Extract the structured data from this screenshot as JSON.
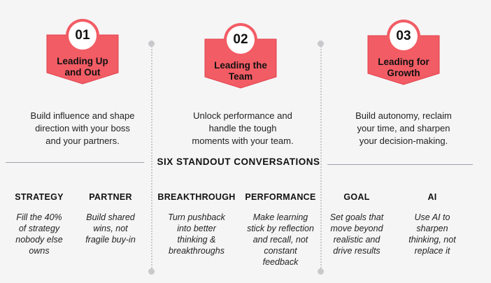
{
  "pillars": [
    {
      "number": "01",
      "title_line1": "Leading Up",
      "title_line2": "and Out",
      "desc_line1": "Build influence and shape",
      "desc_line2": "direction with your boss",
      "desc_line3": "and your partners."
    },
    {
      "number": "02",
      "title_line1": "Leading the",
      "title_line2": "Team",
      "desc_line1": "Unlock performance and",
      "desc_line2": "handle the tough",
      "desc_line3": "moments with your team."
    },
    {
      "number": "03",
      "title_line1": "Leading for",
      "title_line2": "Growth",
      "desc_line1": "Build autonomy, reclaim",
      "desc_line2": "your time, and sharpen",
      "desc_line3": "your decision-making."
    }
  ],
  "center_title": "SIX STANDOUT CONVERSATIONS",
  "conversations": [
    {
      "name": "STRATEGY",
      "lines": [
        "Fill the 40%",
        "of strategy",
        "nobody else",
        "owns"
      ]
    },
    {
      "name": "PARTNER",
      "lines": [
        "Build shared",
        "wins, not",
        "fragile buy-in"
      ]
    },
    {
      "name": "BREAKTHROUGH",
      "lines": [
        "Turn pushback",
        "into better",
        "thinking &",
        "breakthroughs"
      ]
    },
    {
      "name": "PERFORMANCE",
      "lines": [
        "Make learning",
        "stick by reflection",
        "and recall, not",
        "constant",
        "feedback"
      ]
    },
    {
      "name": "GOAL",
      "lines": [
        "Set goals that",
        "move beyond",
        "realistic and",
        "drive results"
      ]
    },
    {
      "name": "AI",
      "lines": [
        "Use AI to",
        "sharpen",
        "thinking, not",
        "replace it"
      ]
    }
  ],
  "colors": {
    "badge_red": "#f25c64",
    "badge_border": "#e2444d",
    "divider": "#c9c9cc"
  }
}
